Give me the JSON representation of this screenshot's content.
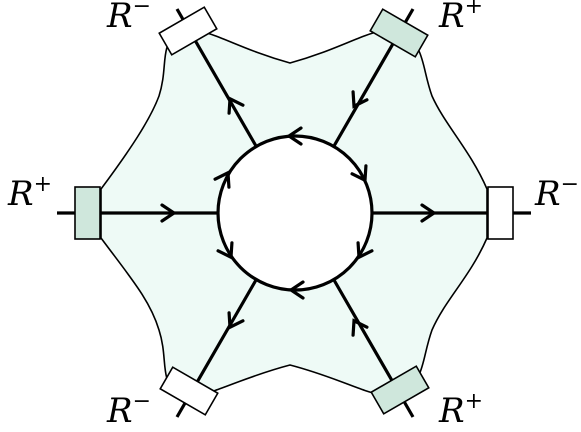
{
  "colors": {
    "region_fill": "#eefaf6",
    "region_stroke": "#000000",
    "plus_box_fill": "#cfe7dc",
    "minus_box_fill": "#ffffff",
    "line": "#000000"
  },
  "labels": {
    "top_left": {
      "base": "R",
      "sign": "−"
    },
    "top_right": {
      "base": "R",
      "sign": "+"
    },
    "left": {
      "base": "R",
      "sign": "+"
    },
    "right": {
      "base": "R",
      "sign": "−"
    },
    "bottom_left": {
      "base": "R",
      "sign": "−"
    },
    "bottom_right": {
      "base": "R",
      "sign": "+"
    }
  }
}
